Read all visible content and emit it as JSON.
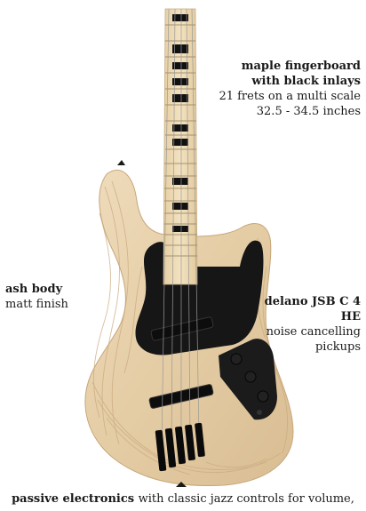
{
  "callouts": {
    "fingerboard": {
      "title": "maple fingerboard with black inlays",
      "text": "21 frets on a multi scale 32.5 - 34.5 inches"
    },
    "body": {
      "title": "ash body",
      "text": "matt finish"
    },
    "pickups": {
      "title": "delano JSB C 4 HE",
      "text": "noise cancelling pickups"
    },
    "electronics": {
      "title": "passive electronics",
      "text": "with classic jazz controls for volume,"
    }
  },
  "colors": {
    "body_wood": "#e8d3b0",
    "grain": "#caa97c",
    "neck_maple": "#f0dcb4",
    "pickguard": "#141414",
    "inlay": "#111111",
    "background": "#ffffff"
  }
}
